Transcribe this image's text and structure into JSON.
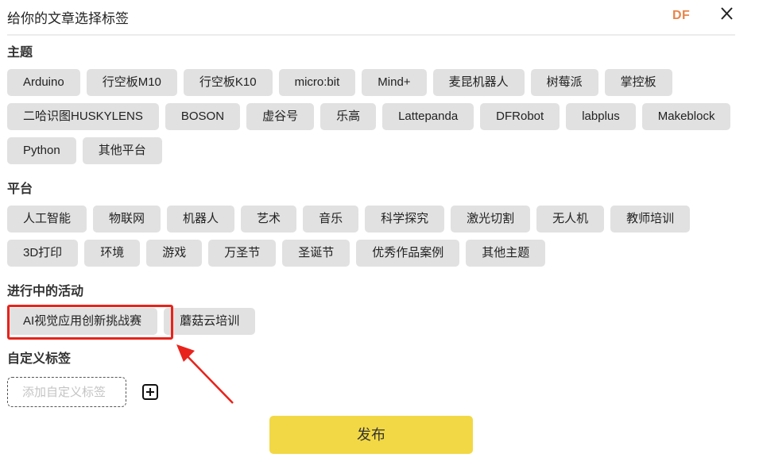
{
  "header": {
    "title": "给你的文章选择标签",
    "brand": "DF",
    "brand_color": "#e8844a",
    "close_icon": "close-icon"
  },
  "sections": {
    "theme": {
      "title": "主题",
      "tags": [
        "Arduino",
        "行空板M10",
        "行空板K10",
        "micro:bit",
        "Mind+",
        "麦昆机器人",
        "树莓派",
        "掌控板",
        "二哈识图HUSKYLENS",
        "BOSON",
        "虚谷号",
        "乐高",
        "Lattepanda",
        "DFRobot",
        "labplus",
        "Makeblock",
        "Python",
        "其他平台"
      ]
    },
    "platform": {
      "title": "平台",
      "tags": [
        "人工智能",
        "物联网",
        "机器人",
        "艺术",
        "音乐",
        "科学探究",
        "激光切割",
        "无人机",
        "教师培训",
        "3D打印",
        "环境",
        "游戏",
        "万圣节",
        "圣诞节",
        "优秀作品案例",
        "其他主题"
      ]
    },
    "activities": {
      "title": "进行中的活动",
      "tags": [
        "AI视觉应用创新挑战赛",
        "蘑菇云培训"
      ],
      "highlighted_index": 0,
      "highlight_color": "#e8231b"
    },
    "custom": {
      "title": "自定义标签",
      "input_placeholder": "添加自定义标签",
      "input_value": "",
      "add_icon": "plus-square-icon"
    }
  },
  "footer": {
    "publish_label": "发布",
    "publish_color": "#f2d844"
  },
  "annotation": {
    "arrow_icon": "red-arrow-annotation",
    "arrow_color": "#e8231b"
  }
}
